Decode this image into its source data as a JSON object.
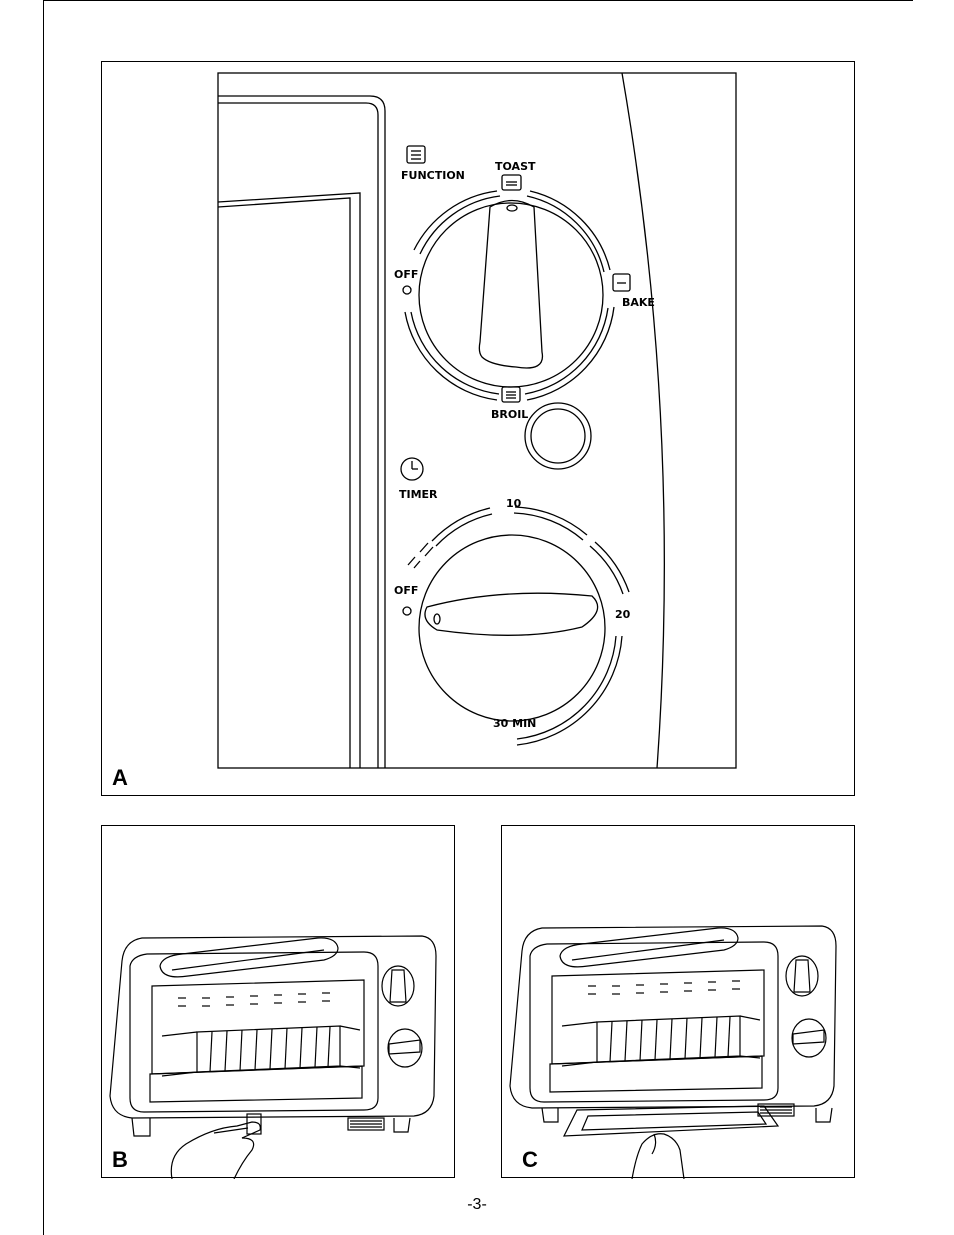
{
  "figure_a": {
    "letter": "A",
    "function_label": "FUNCTION",
    "toast_label": "TOAST",
    "off_label": "OFF",
    "bake_label": "BAKE",
    "broil_label": "BROIL",
    "timer_label": "TIMER",
    "timer_10": "10",
    "timer_off": "OFF",
    "timer_20": "20",
    "timer_30": "30 MIN"
  },
  "figure_b": {
    "letter": "B"
  },
  "figure_c": {
    "letter": "C"
  },
  "page_number": "-3-"
}
